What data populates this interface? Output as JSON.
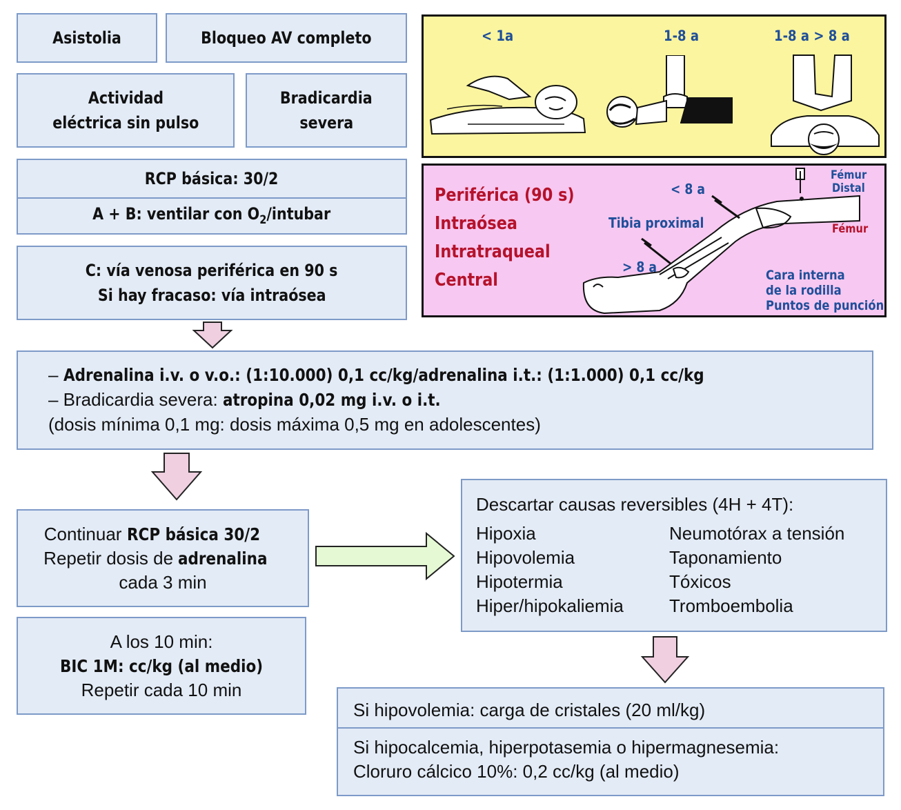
{
  "boxes": {
    "asistolia": "Asistolia",
    "bloqueo": "Bloqueo AV completo",
    "actividad_l1": "Actividad",
    "actividad_l2": "eléctrica sin pulso",
    "bradicardia_l1": "Bradicardia",
    "bradicardia_l2": "severa",
    "rcp_basica": "RCP básica: 30/2",
    "ab_prefix": "A + B: ventilar con O",
    "ab_sub": "2",
    "ab_suffix": "/intubar",
    "via_l1": "C: vía venosa periférica en 90 s",
    "via_l2": "Si hay fracaso: vía intraósea"
  },
  "drugs": {
    "l1_dash": "– ",
    "l1_bold": "Adrenalina i.v. o v.o.: (1:10.000) 0,1 cc/kg/adrenalina i.t.: (1:1.000) 0,1 cc/kg",
    "l2_plain": "– Bradicardia severa: ",
    "l2_bold": "atropina 0,02 mg i.v. o i.t.",
    "l3": "(dosis mínima 0,1 mg: dosis máxima 0,5 mg en adolescentes)"
  },
  "continuar": {
    "l1_plain": "Continuar ",
    "l1_bold": "RCP básica 30/2",
    "l2_plain": "Repetir dosis de ",
    "l2_bold": "adrenalina",
    "l3": "cada 3 min"
  },
  "bic": {
    "l1": "A los 10 min:",
    "l2": "BIC 1M: cc/kg (al medio)",
    "l3": "Repetir cada 10 min"
  },
  "causes": {
    "title": "Descartar causas reversibles (4H + 4T):",
    "h": [
      "Hipoxia",
      "Hipovolemia",
      "Hipotermia",
      "Hiper/hipokaliemia"
    ],
    "t": [
      "Neumotórax a tensión",
      "Taponamiento",
      "Tóxicos",
      "Tromboembolia"
    ]
  },
  "treatment": {
    "l1": "Si hipovolemia: carga de cristales (20 ml/kg)",
    "l2": "Si hipocalcemia, hiperpotasemia o hipermagnesemia:",
    "l3": "Cloruro cálcico 10%: 0,2 cc/kg (al medio)"
  },
  "compressions_panel": {
    "age1": "< 1a",
    "age2": "1-8 a",
    "age3": "1-8 a > 8 a"
  },
  "access_panel": {
    "routes": [
      "Periférica (90 s)",
      "Intraósea",
      "Intratraqueal",
      "Central"
    ],
    "lt8": "< 8 a",
    "tibia": "Tibia proximal",
    "gt8": "> 8 a",
    "femur_distal_l1": "Fémur",
    "femur_distal_l2": "Distal",
    "femur": "Fémur",
    "cara_l1": "Cara interna",
    "cara_l2": "de la rodilla",
    "cara_l3": "Puntos de punción"
  },
  "colors": {
    "box_fill": "#e3ebf6",
    "box_border": "#7d9ac8",
    "arrow_pink": "#efcfe0",
    "arrow_green": "#e5f9d4",
    "panel_yellow": "#fbf59f",
    "panel_pink": "#f7c8f1",
    "route_red": "#b5122b",
    "label_blue": "#1f4f9a"
  }
}
